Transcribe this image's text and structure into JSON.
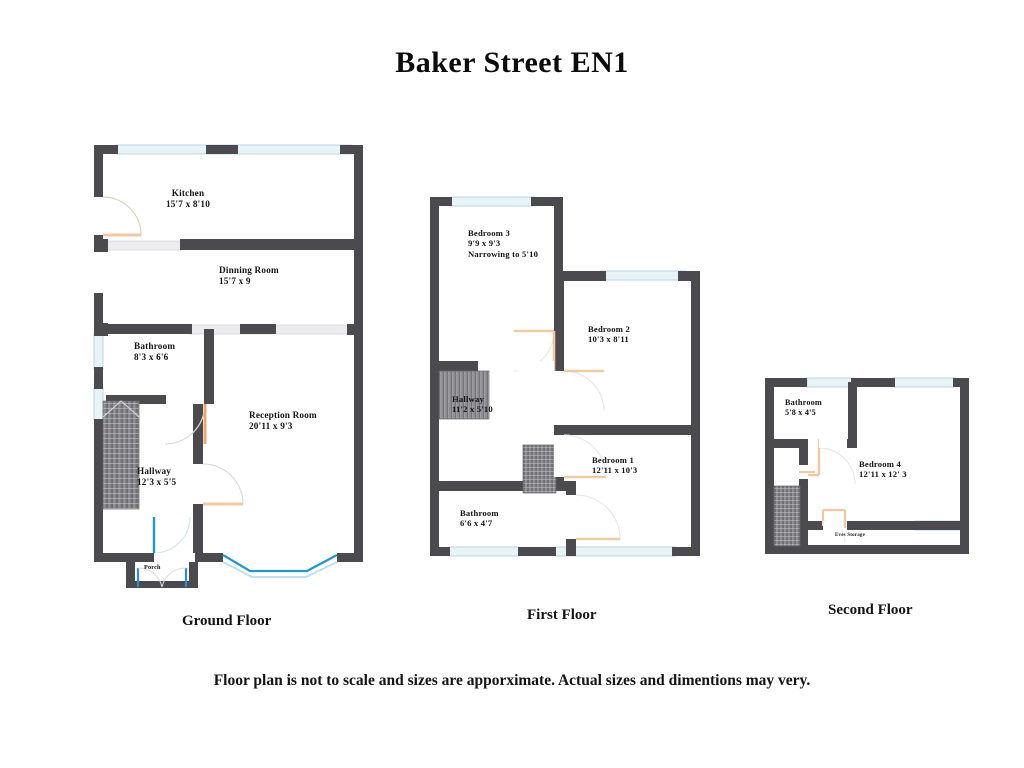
{
  "title": "Baker Street EN1",
  "footer": "Floor plan is not to scale and sizes are apporximate. Actual sizes and dimentions may very.",
  "colors": {
    "wall": "#4a4a4f",
    "wall_dark": "#3d3d42",
    "window_glass": "#dfeef5",
    "window_line": "#8ab6cc",
    "door_swing": "#f0c9a0",
    "door_leaf": "#e8a96a",
    "blue_line": "#2196d6",
    "stairs": "#7b7b80",
    "text": "#131313",
    "interior": "#ffffff"
  },
  "floors": [
    {
      "id": "ground",
      "label": "Ground Floor",
      "rooms": [
        {
          "name": "Kitchen",
          "dim": "15'7 x 8'10",
          "extra": ""
        },
        {
          "name": "Dinning Room",
          "dim": "15'7 x 9",
          "extra": ""
        },
        {
          "name": "Bathroom",
          "dim": "8'3 x 6'6",
          "extra": ""
        },
        {
          "name": "Reception Room",
          "dim": "20'11 x 9'3",
          "extra": ""
        },
        {
          "name": "Hallway",
          "dim": "12'3 x 5'5",
          "extra": ""
        },
        {
          "name": "Porch",
          "dim": "",
          "extra": ""
        }
      ]
    },
    {
      "id": "first",
      "label": "First Floor",
      "rooms": [
        {
          "name": "Bedroom 3",
          "dim": "9'9 x 9'3",
          "extra": "Narrowing to 5'10"
        },
        {
          "name": "Bedroom 2",
          "dim": "10'3 x 8'11",
          "extra": ""
        },
        {
          "name": "Hallway",
          "dim": "11'2 x 5'10",
          "extra": ""
        },
        {
          "name": "Bedroom 1",
          "dim": "12'11 x 10'3",
          "extra": ""
        },
        {
          "name": "Bathroom",
          "dim": "6'6 x 4'7",
          "extra": ""
        }
      ]
    },
    {
      "id": "second",
      "label": "Second Floor",
      "rooms": [
        {
          "name": "Bathroom",
          "dim": "5'8 x 4'5",
          "extra": ""
        },
        {
          "name": "Bedroom 4",
          "dim": "12'11 x 12' 3",
          "extra": ""
        },
        {
          "name": "Eves Storage",
          "dim": "",
          "extra": ""
        }
      ]
    }
  ]
}
